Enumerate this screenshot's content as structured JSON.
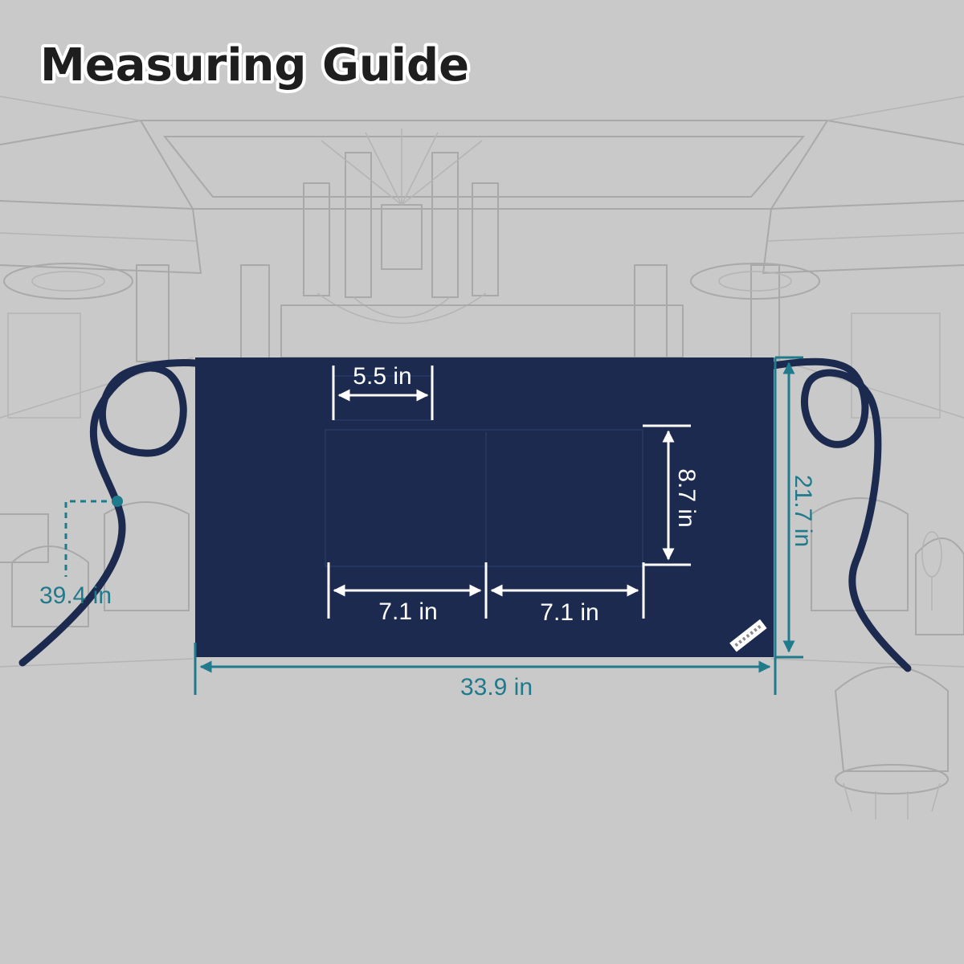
{
  "title": "Measuring Guide",
  "colors": {
    "background": "#c9c9c9",
    "apron": "#1b2a4e",
    "accent_teal": "#1f7a8c",
    "inner_dimension": "#ffffff",
    "title_text": "#1e1e1e"
  },
  "dimensions": {
    "pencil_pocket_width": "5.5 in",
    "pocket_height": "8.7 in",
    "left_pocket_width": "7.1 in",
    "right_pocket_width": "7.1 in",
    "apron_height": "21.7 in",
    "apron_width": "33.9 in",
    "tie_length": "39.4 in"
  }
}
